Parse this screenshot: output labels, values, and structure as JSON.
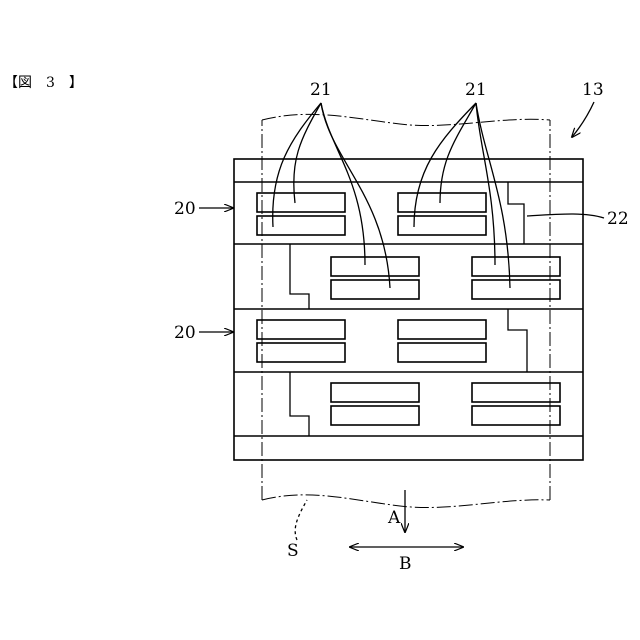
{
  "figure_caption": "【図　3　】",
  "labels": {
    "ref_21_left": "21",
    "ref_21_right": "21",
    "ref_13": "13",
    "ref_22": "22",
    "ref_20_top": "20",
    "ref_20_bottom": "20",
    "ref_S": "S",
    "ref_A": "A",
    "ref_B": "B"
  }
}
